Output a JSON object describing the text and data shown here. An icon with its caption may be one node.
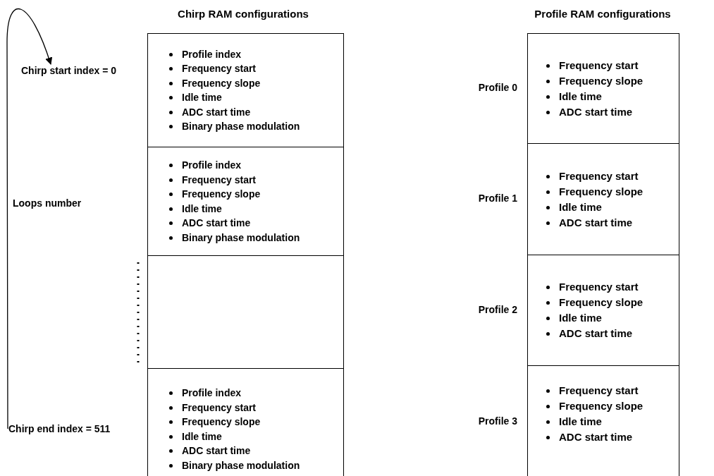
{
  "diagram": {
    "nodes": [
      {
        "text": [
          "Chirp RAM configurations"
        ]
      },
      {
        "text": [
          "Profile index",
          "Frequency start",
          "Frequency slope",
          "Idle time",
          "ADC start time",
          "Binary phase modulation"
        ],
        "in": 0
      },
      {
        "text": [
          "Profile index",
          "Frequency start",
          "Frequency slope",
          "Idle time",
          "ADC start time",
          "Binary phase modulation"
        ],
        "in": 0
      },
      {
        "text": [],
        "shape": "box",
        "in": 0
      },
      {
        "text": [
          "Profile index",
          "Frequency start",
          "Frequency slope",
          "Idle time",
          "ADC start time",
          "Binary phase modulation"
        ],
        "in": 0
      },
      {
        "text": [
          "Profile RAM configurations"
        ]
      },
      {
        "text": [
          "Frequency start",
          "Frequency slope",
          "Idle time",
          "ADC start time"
        ],
        "beside": [
          "Profile 0"
        ],
        "in": 5
      },
      {
        "text": [
          "Frequency start",
          "Frequency slope",
          "Idle time",
          "ADC start time"
        ],
        "beside": [
          "Profile 1"
        ],
        "in": 5
      },
      {
        "text": [
          "Frequency start",
          "Frequency slope",
          "Idle time",
          "ADC start time"
        ],
        "beside": [
          "Profile 2"
        ],
        "in": 5
      },
      {
        "text": [
          "Frequency start",
          "Frequency slope",
          "Idle time",
          "ADC start time"
        ],
        "beside": [
          "Profile 3"
        ],
        "in": 5
      },
      {
        "text": [
          "Chirp start index = 0"
        ]
      },
      {
        "text": [
          "Chirp end index = 511"
        ]
      }
    ],
    "edges": [
      {
        "from": 11,
        "to": 10,
        "arrow": "to"
      }
    ],
    "labels": [
      "Loops number"
    ]
  }
}
